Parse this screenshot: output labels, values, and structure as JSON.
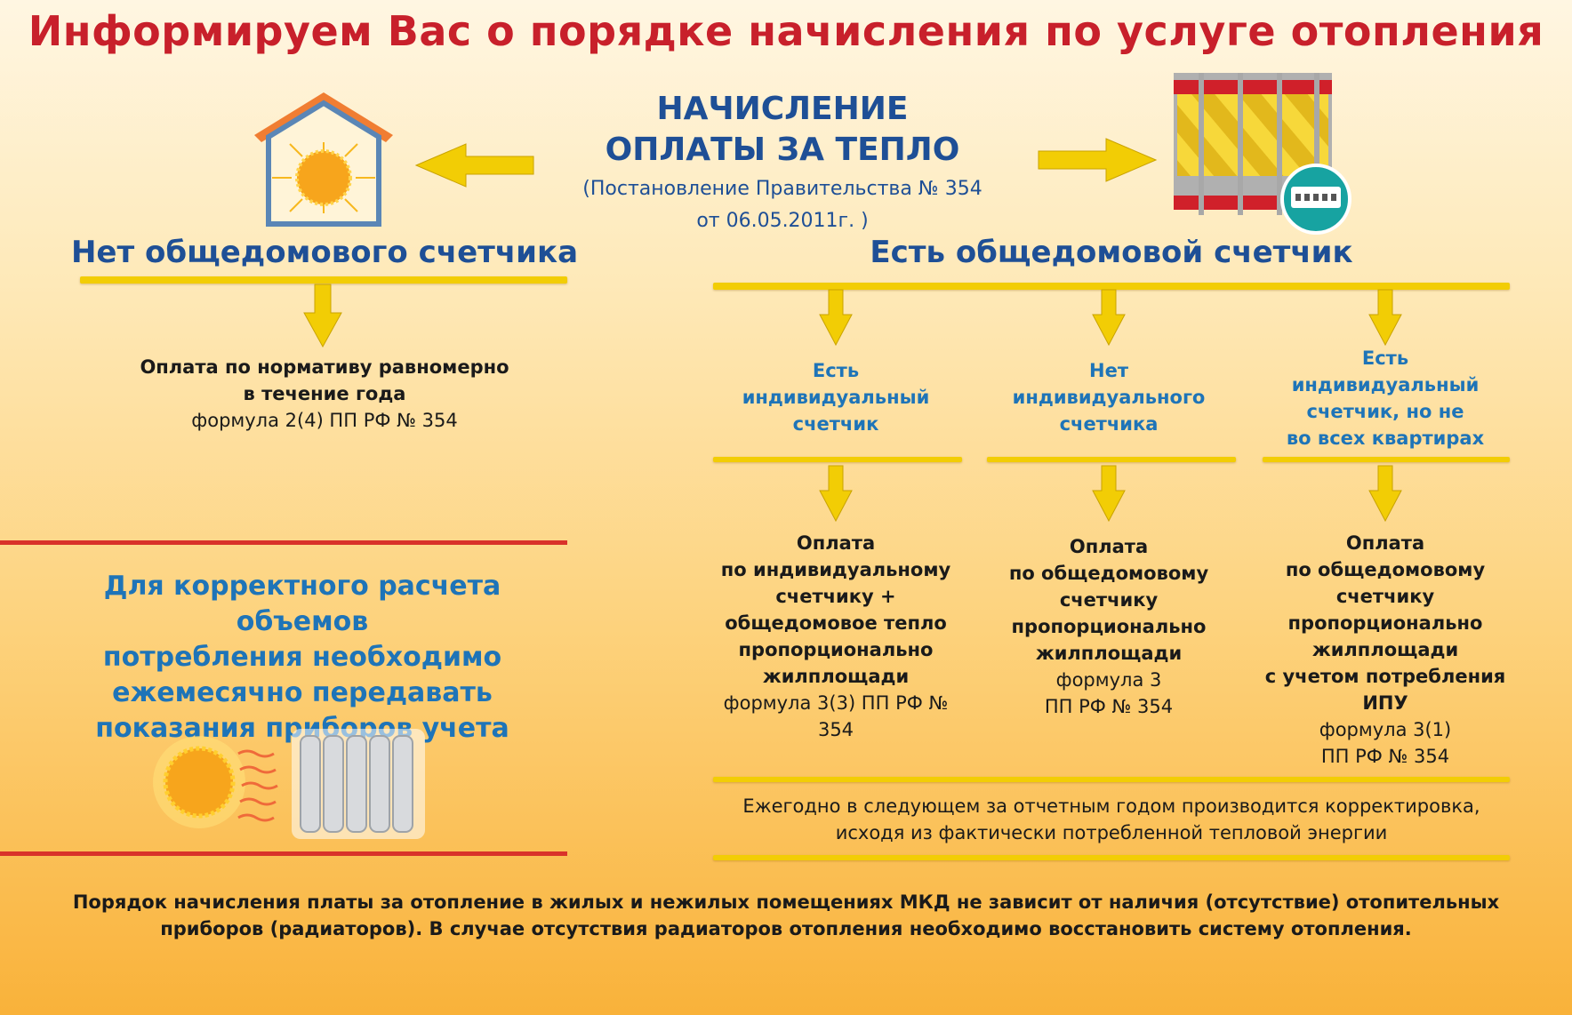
{
  "title": "Информируем Вас о порядке начисления по услуге отопления",
  "center": {
    "heading_line1": "НАЧИСЛЕНИЕ",
    "heading_line2": "ОПЛАТЫ ЗА ТЕПЛО",
    "subtitle_line1": "(Постановление Правительства № 354",
    "subtitle_line2": "от 06.05.2011г. )"
  },
  "left_branch": {
    "heading": "Нет общедомового счетчика",
    "result_bold_line1": "Оплата по нормативу равномерно",
    "result_bold_line2": "в течение года",
    "result_formula": "формула 2(4) ПП РФ № 354"
  },
  "note": {
    "line1": "Для корректного расчета объемов",
    "line2": "потребления необходимо",
    "line3": "ежемесячно передавать",
    "line4": "показания приборов учета"
  },
  "right_branch": {
    "heading": "Есть общедомовой счетчик",
    "columns": [
      {
        "condition": [
          "Есть",
          "индивидуальный",
          "счетчик"
        ],
        "result_bold": [
          "Оплата",
          "по индивидуальному",
          "счетчику +",
          "общедомовое тепло",
          "пропорционально",
          "жилплощади"
        ],
        "result_formula": [
          "формула 3(3) ПП РФ №",
          "354"
        ]
      },
      {
        "condition": [
          "Нет",
          "индивидуального",
          "счетчика"
        ],
        "result_bold": [
          "Оплата",
          "по общедомовому",
          "счетчику",
          "пропорционально",
          "жилплощади"
        ],
        "result_formula": [
          "формула 3",
          "ПП РФ № 354"
        ]
      },
      {
        "condition": [
          "Есть",
          "индивидуальный",
          "счетчик, но не",
          "во всех квартирах"
        ],
        "result_bold": [
          "Оплата",
          "по общедомовому",
          "счетчику",
          "пропорционально",
          "жилплощади",
          "с учетом потребления",
          "ИПУ"
        ],
        "result_formula": [
          "формула 3(1)",
          "ПП РФ № 354"
        ]
      }
    ],
    "annual_line1": "Ежегодно в следующем за отчетным годом производится корректировка,",
    "annual_line2": "исходя из фактически потребленной тепловой энергии"
  },
  "footer": {
    "line1": "Порядок начисления платы за отопление в жилых и нежилых помещениях МКД не зависит от наличия (отсутствие) отопительных",
    "line2": "приборов (радиаторов). В случае отсутствия радиаторов отопления необходимо восстановить систему отопления."
  },
  "icons": {
    "house": "house-with-sun-icon",
    "building_meter": "heat-meter-pipes-icon",
    "sun": "sun-icon",
    "radiator": "radiator-icon",
    "arrow": "arrow-icon"
  },
  "colors": {
    "title_red": "#c8202b",
    "heading_blue": "#1e4f96",
    "light_blue": "#1e74b8",
    "line_yellow": "#f2cd05",
    "line_red": "#d9322a"
  }
}
